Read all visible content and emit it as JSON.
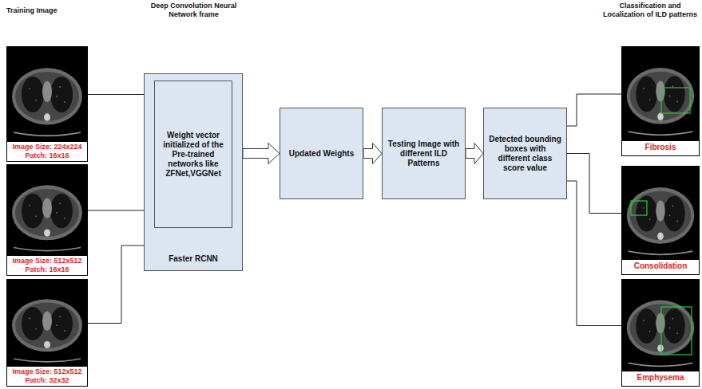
{
  "diagram": {
    "nodes": [
      {
        "text": [
          "Image Size: 224x224 Patch: 16x16"
        ]
      },
      {
        "text": [
          "Image Size: 512x512 Patch: 16x16"
        ]
      },
      {
        "text": [
          "Image Size: 512x512 Patch: 32x32"
        ]
      },
      {
        "text": [
          "Faster RCNN"
        ]
      },
      {
        "text": [
          "Weight vector initialized of the Pre-trained networks like ZFNet,VGGNet"
        ],
        "in": 3
      },
      {
        "text": [
          "Updated Weights"
        ]
      },
      {
        "text": [
          "Testing Image with different ILD Patterns"
        ]
      },
      {
        "text": [
          "Detected bounding boxes with different class score value"
        ]
      },
      {
        "text": [
          "Fibrosis"
        ]
      },
      {
        "text": [
          "Consolidation"
        ]
      },
      {
        "text": [
          "Emphysema"
        ]
      }
    ],
    "edges": [
      {
        "from": 0,
        "to": 3,
        "arrow": "none"
      },
      {
        "from": 1,
        "to": 3,
        "arrow": "none"
      },
      {
        "from": 2,
        "to": 3,
        "arrow": "none"
      },
      {
        "from": 3,
        "to": 5,
        "arrow": "to"
      },
      {
        "from": 5,
        "to": 6,
        "arrow": "to"
      },
      {
        "from": 6,
        "to": 7,
        "arrow": "to"
      },
      {
        "from": 7,
        "to": 8,
        "arrow": "none"
      },
      {
        "from": 7,
        "to": 9,
        "arrow": "none"
      },
      {
        "from": 7,
        "to": 10,
        "arrow": "none"
      }
    ],
    "labels": [
      "Training Image",
      "Deep Convolution Neural Network frame",
      "Classification and Localization of ILD patterns"
    ]
  }
}
